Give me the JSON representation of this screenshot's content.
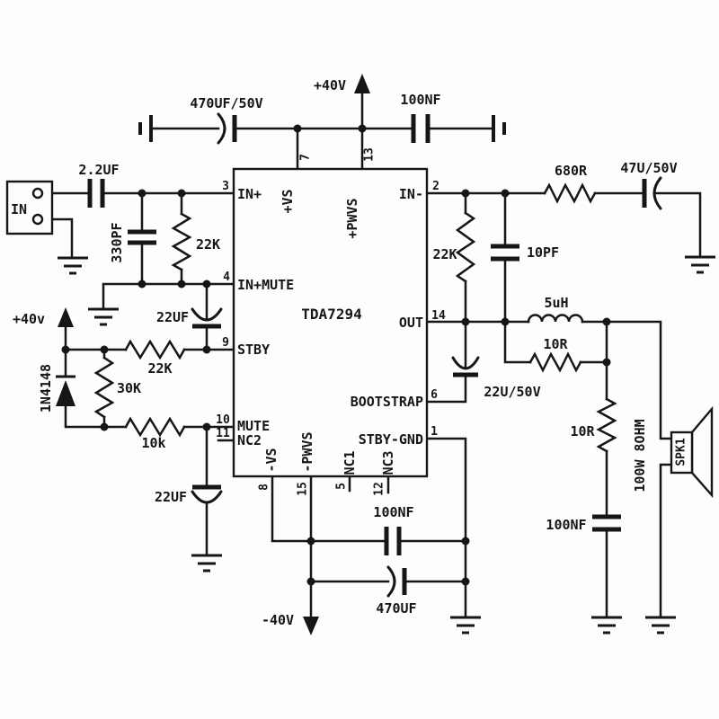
{
  "ic": {
    "part": "TDA7294",
    "left_pins": [
      {
        "num": "3",
        "name": "IN+"
      },
      {
        "num": "4",
        "name": "IN+MUTE"
      },
      {
        "num": "9",
        "name": "STBY"
      },
      {
        "num": "10",
        "name": "MUTE"
      },
      {
        "num": "11",
        "name": "NC2"
      }
    ],
    "top_pins": [
      {
        "num": "7",
        "name": "+VS"
      },
      {
        "num": "13",
        "name": "+PWVS"
      }
    ],
    "right_pins": [
      {
        "num": "2",
        "name": "IN-"
      },
      {
        "num": "14",
        "name": "OUT"
      },
      {
        "num": "6",
        "name": "BOOTSTRAP"
      },
      {
        "num": "1",
        "name": "STBY-GND"
      }
    ],
    "bottom_pins": [
      {
        "num": "8",
        "name": "-VS"
      },
      {
        "num": "15",
        "name": "-PWVS"
      },
      {
        "num": "5",
        "name": "NC1"
      },
      {
        "num": "12",
        "name": "NC3"
      }
    ]
  },
  "power": {
    "pos_rail": "+40V",
    "pos_aux": "+40v",
    "neg_rail": "-40V"
  },
  "connector": {
    "label": "IN"
  },
  "speaker": {
    "ref": "SPK1",
    "rating": "100W 8OHM"
  },
  "components": {
    "c_in": "2.2UF",
    "c_filter": "330PF",
    "r_in": "22K",
    "c_bulk_pos": "470UF/50V",
    "c_dec_pos": "100NF",
    "r_fb_in": "680R",
    "c_fb_out": "47U/50V",
    "r_fb": "22K",
    "c_comp": "10PF",
    "r_stby": "22K",
    "r_div": "30K",
    "r_mute": "10k",
    "d_clamp": "1N4148",
    "c_stby": "22UF",
    "c_mute": "22UF",
    "c_boot": "22U/50V",
    "l_out": "5uH",
    "r_out1": "10R",
    "r_out2": "10R",
    "c_zobel": "100NF",
    "c_dec_neg": "100NF",
    "c_bulk_neg": "470UF"
  }
}
